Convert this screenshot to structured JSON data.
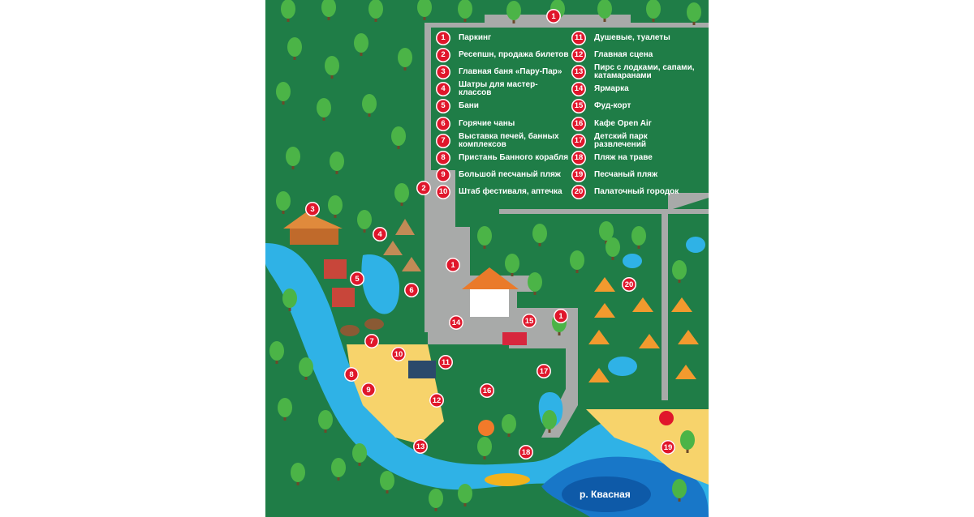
{
  "legend": {
    "left": [
      {
        "num": "1",
        "label": "Паркинг"
      },
      {
        "num": "2",
        "label": "Ресепшн, продажа билетов"
      },
      {
        "num": "3",
        "label": "Главная баня «Пару-Пар»"
      },
      {
        "num": "4",
        "label": "Шатры для мастер-классов"
      },
      {
        "num": "5",
        "label": "Бани"
      },
      {
        "num": "6",
        "label": "Горячие чаны"
      },
      {
        "num": "7",
        "label": "Выставка печей, банных комплексов"
      },
      {
        "num": "8",
        "label": "Пристань Банного корабля"
      },
      {
        "num": "9",
        "label": "Большой песчаный пляж"
      },
      {
        "num": "10",
        "label": "Штаб фестиваля, аптечка"
      }
    ],
    "right": [
      {
        "num": "11",
        "label": "Душевые, туалеты"
      },
      {
        "num": "12",
        "label": "Главная сцена"
      },
      {
        "num": "13",
        "label": "Пирс с лодками, сапами, катамаранами"
      },
      {
        "num": "14",
        "label": "Ярмарка"
      },
      {
        "num": "15",
        "label": "Фуд-корт"
      },
      {
        "num": "16",
        "label": "Кафе Open Air"
      },
      {
        "num": "17",
        "label": "Детский парк развлечений"
      },
      {
        "num": "18",
        "label": "Пляж на траве"
      },
      {
        "num": "19",
        "label": "Песчаный пляж"
      },
      {
        "num": "20",
        "label": "Палаточный городок"
      }
    ]
  },
  "markers": [
    "1",
    "2",
    "3",
    "4",
    "5",
    "6",
    "7",
    "8",
    "9",
    "10",
    "11",
    "12",
    "13",
    "14",
    "15",
    "16",
    "17",
    "18",
    "19",
    "20",
    "1",
    "1"
  ],
  "river_label": "р. Квасная",
  "colors": {
    "grass": "#1f7d47",
    "road": "#a8aaa9",
    "water": "#2fb2e6",
    "deep_water": "#1877c8",
    "sand": "#f7d36b",
    "marker": "#e0162b",
    "tree": "#4bb447"
  }
}
